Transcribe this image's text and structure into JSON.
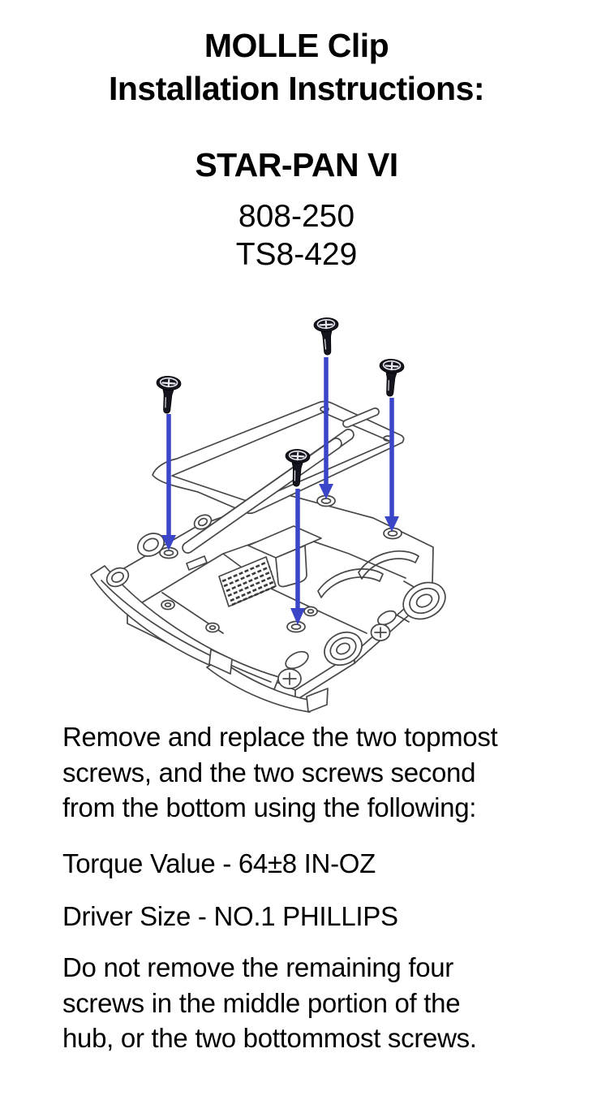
{
  "document": {
    "title_lines": [
      "MOLLE Clip",
      "Installation Instructions:"
    ],
    "product_name": "STAR-PAN VI",
    "part_numbers": [
      "808-250",
      "TS8-429"
    ]
  },
  "instructions": {
    "remove_replace": [
      "Remove and replace the two topmost",
      "screws, and the two screws second",
      "from the bottom using the following:"
    ],
    "torque_value": "Torque Value - 64±8 IN-OZ",
    "driver_size": "Driver Size - NO.1 PHILLIPS",
    "warning": [
      "Do not remove the remaining four",
      "screws in the middle portion of the",
      "hub, or the two bottommost screws."
    ]
  },
  "diagram": {
    "screw_count": 4,
    "arrow_color": "#3B45C8",
    "line_color": "#474747",
    "screw_head_color": "#15151f"
  }
}
